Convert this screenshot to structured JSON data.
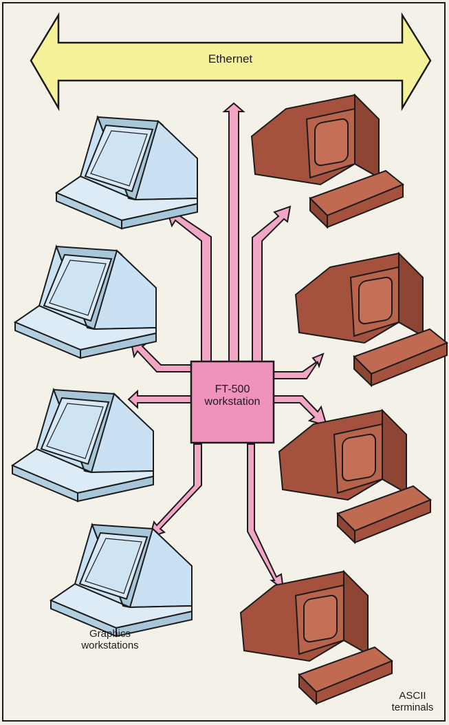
{
  "network": {
    "label": "Ethernet"
  },
  "hub": {
    "label_line1": "FT-500",
    "label_line2": "workstation"
  },
  "left_group": {
    "label_line1": "Graphics",
    "label_line2": "workstations"
  },
  "right_group": {
    "label_line1": "ASCII",
    "label_line2": "terminals"
  },
  "colors": {
    "ethernet_fill": "#f6f29a",
    "link_fill": "#f2a6c6",
    "hub_fill": "#ef93bd",
    "graphics_workstation": "#c9e1f2",
    "ascii_terminal": "#b8634c",
    "outline": "#1b1b1b"
  },
  "icons": {
    "graphics_workstation": "graphics-workstation-icon",
    "ascii_terminal": "ascii-terminal-icon"
  }
}
